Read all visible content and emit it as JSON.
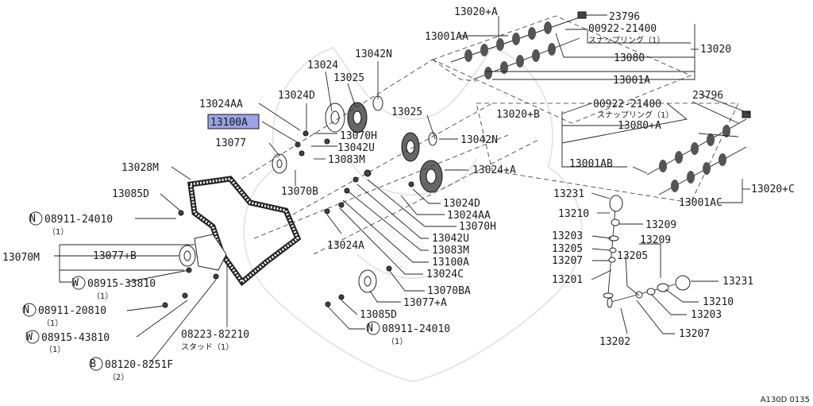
{
  "diagram_code": "A130D 0135",
  "highlight_color": "#9aa3e3",
  "labels": {
    "p13020_a": "13020+A",
    "p23796_a": "23796",
    "p00922_a": "00922-21400",
    "snap_a": "スナップリング（1）",
    "p13001aa": "13001AA",
    "p13080": "13080",
    "p13020": "13020",
    "p13001a": "13001A",
    "p13024": "13024",
    "p13042n_a": "13042N",
    "p13024aa_a": "13024AA",
    "p13024d_a": "13024D",
    "p13025_a": "13025",
    "p13100a": "13100A",
    "p13070h_a": "13070H",
    "p13042u_a": "13042U",
    "p13077": "13077",
    "p13083m_a": "13083M",
    "p13028m": "13028M",
    "p13070b": "13070B",
    "p13085d_a": "13085D",
    "n08911_a": "08911-24010",
    "n08911_a_q": "（1）",
    "p13070m": "13070M",
    "p13077b": "13077+B",
    "w08915_a": "08915-33810",
    "w08915_a_q": "（1）",
    "n08911_b": "08911-20810",
    "n08911_b_q": "（1）",
    "w08915_b": "08915-43810",
    "w08915_b_q": "（1）",
    "b08120": "08120-8251F",
    "b08120_q": "（2）",
    "p08223": "08223-82210",
    "stud": "スタッド（1）",
    "p13025_b": "13025",
    "p13042n_b": "13042N",
    "p13020b": "13020+B",
    "p23796_b": "23796",
    "p00922_b": "00922-21400",
    "snap_b": "スナップリング（1）",
    "p13080a": "13080+A",
    "p13001ab": "13001AB",
    "p13020c": "13020+C",
    "p13001ac": "13001AC",
    "p13024a_plus": "13024+A",
    "p13024d_b": "13024D",
    "p13024aa_b": "13024AA",
    "p13070h_b": "13070H",
    "p13042u_b": "13042U",
    "p13083m_b": "13083M",
    "p13100a_b": "13100A",
    "p13024a": "13024A",
    "p13024c": "13024C",
    "p13070ba": "13070BA",
    "p13077a": "13077+A",
    "p13085d_b": "13085D",
    "n08911_c": "08911-24010",
    "n08911_c_q": "（1）",
    "p13231_a": "13231",
    "p13210_a": "13210",
    "p13209_a": "13209",
    "p13203_a": "13203",
    "p13209_b": "13209",
    "p13205_a": "13205",
    "p13207_a": "13207",
    "p13205_b": "13205",
    "p13201": "13201",
    "p13231_b": "13231",
    "p13210_b": "13210",
    "p13203_b": "13203",
    "p13202": "13202",
    "p13207_b": "13207",
    "badge_n": "N",
    "badge_w": "W",
    "badge_b": "B"
  }
}
